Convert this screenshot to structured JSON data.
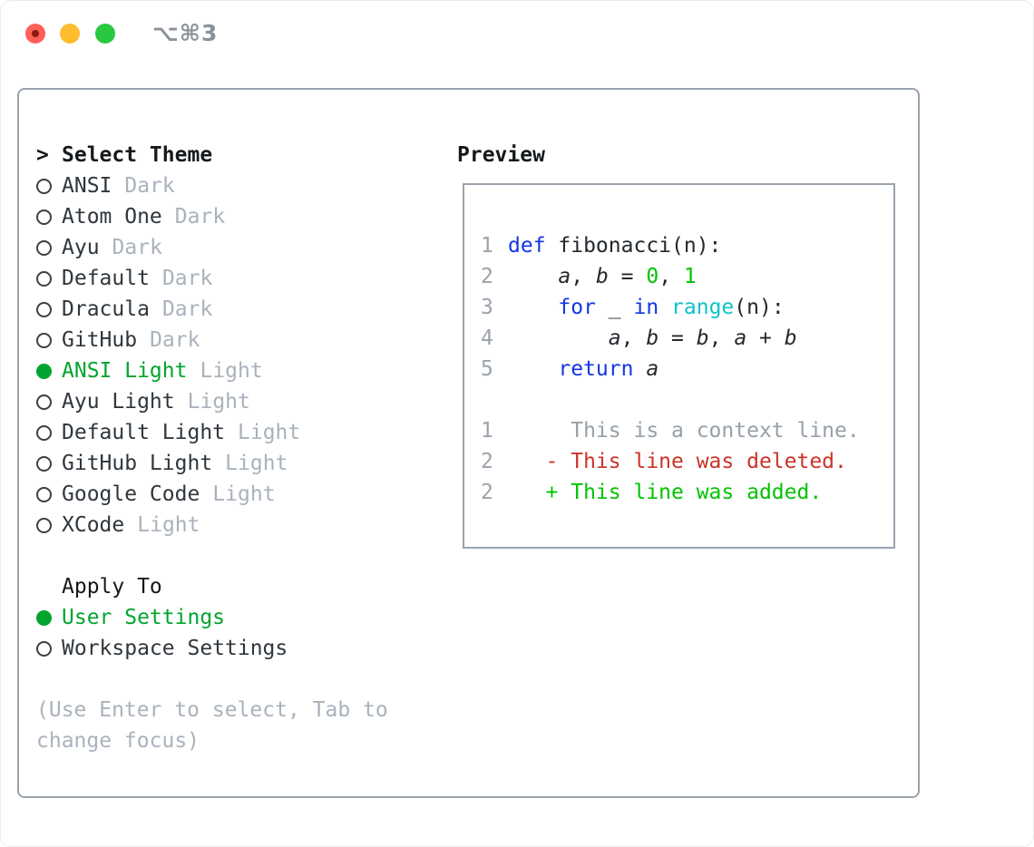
{
  "window": {
    "title": "⌥⌘3"
  },
  "theme_panel": {
    "header_prefix": ">",
    "header": "Select Theme",
    "items": [
      {
        "label": "ANSI",
        "tag": "Dark",
        "selected": false
      },
      {
        "label": "Atom One",
        "tag": "Dark",
        "selected": false
      },
      {
        "label": "Ayu",
        "tag": "Dark",
        "selected": false
      },
      {
        "label": "Default",
        "tag": "Dark",
        "selected": false
      },
      {
        "label": "Dracula",
        "tag": "Dark",
        "selected": false
      },
      {
        "label": "GitHub",
        "tag": "Dark",
        "selected": false
      },
      {
        "label": "ANSI Light",
        "tag": "Light",
        "selected": true
      },
      {
        "label": "Ayu Light",
        "tag": "Light",
        "selected": false
      },
      {
        "label": "Default Light",
        "tag": "Light",
        "selected": false
      },
      {
        "label": "GitHub Light",
        "tag": "Light",
        "selected": false
      },
      {
        "label": "Google Code",
        "tag": "Light",
        "selected": false
      },
      {
        "label": "XCode",
        "tag": "Light",
        "selected": false
      }
    ]
  },
  "apply_panel": {
    "header": "Apply To",
    "options": [
      {
        "label": "User Settings",
        "selected": true
      },
      {
        "label": "Workspace Settings",
        "selected": false
      }
    ]
  },
  "help_text": "(Use Enter to select, Tab to change focus)",
  "preview_panel": {
    "header": "Preview",
    "code_lines": [
      {
        "num": "1",
        "tokens": [
          {
            "t": "def",
            "c": "kw"
          },
          {
            "t": " fibonacci(n):",
            "c": "fg"
          }
        ]
      },
      {
        "num": "2",
        "tokens": [
          {
            "t": "    ",
            "c": "fg"
          },
          {
            "t": "a",
            "c": "var"
          },
          {
            "t": ", ",
            "c": "fg"
          },
          {
            "t": "b",
            "c": "var"
          },
          {
            "t": " = ",
            "c": "fg"
          },
          {
            "t": "0",
            "c": "num"
          },
          {
            "t": ", ",
            "c": "fg"
          },
          {
            "t": "1",
            "c": "num"
          }
        ]
      },
      {
        "num": "3",
        "tokens": [
          {
            "t": "    ",
            "c": "fg"
          },
          {
            "t": "for",
            "c": "kw"
          },
          {
            "t": " _ ",
            "c": "fg"
          },
          {
            "t": "in",
            "c": "kw"
          },
          {
            "t": " ",
            "c": "fg"
          },
          {
            "t": "range",
            "c": "builtin"
          },
          {
            "t": "(n):",
            "c": "fg"
          }
        ]
      },
      {
        "num": "4",
        "tokens": [
          {
            "t": "        ",
            "c": "fg"
          },
          {
            "t": "a",
            "c": "var"
          },
          {
            "t": ", ",
            "c": "fg"
          },
          {
            "t": "b",
            "c": "var"
          },
          {
            "t": " = ",
            "c": "fg"
          },
          {
            "t": "b",
            "c": "var"
          },
          {
            "t": ", ",
            "c": "fg"
          },
          {
            "t": "a",
            "c": "var"
          },
          {
            "t": " + ",
            "c": "fg"
          },
          {
            "t": "b",
            "c": "var"
          }
        ]
      },
      {
        "num": "5",
        "tokens": [
          {
            "t": "    ",
            "c": "fg"
          },
          {
            "t": "return",
            "c": "kw"
          },
          {
            "t": " ",
            "c": "fg"
          },
          {
            "t": "a",
            "c": "var"
          }
        ]
      }
    ],
    "diff_lines": [
      {
        "num": "1",
        "tokens": [
          {
            "t": "     This is a context line.",
            "c": "ctx"
          }
        ]
      },
      {
        "num": "2",
        "tokens": [
          {
            "t": "   ",
            "c": "fg"
          },
          {
            "t": "- This line was deleted.",
            "c": "del"
          }
        ]
      },
      {
        "num": "2",
        "tokens": [
          {
            "t": "   ",
            "c": "fg"
          },
          {
            "t": "+ This line was added.",
            "c": "add"
          }
        ]
      }
    ]
  },
  "colors": {
    "selection_green": "#00a42e",
    "keyword_blue": "#1336e4",
    "builtin_cyan": "#0ec3c7",
    "number_green": "#00c200",
    "diff_added_green": "#00c300",
    "diff_removed_red": "#cb3328",
    "muted_gray": "#a9b2bc",
    "line_number_gray": "#9aa2ac",
    "border_gray": "#9aa2ae",
    "traffic_red": "#ff5f57",
    "traffic_yellow": "#febc2e",
    "traffic_green": "#28c840"
  }
}
